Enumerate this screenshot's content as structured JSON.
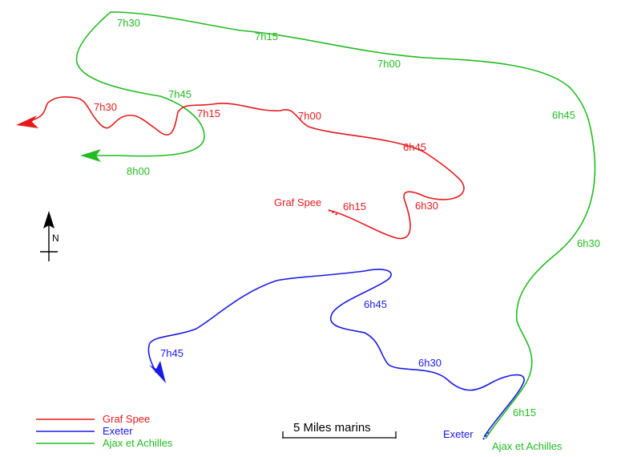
{
  "colors": {
    "graf_spee": "#e41a1c",
    "exeter": "#1a1ae6",
    "ajax": "#22bb22",
    "ink": "#000000"
  },
  "ships": {
    "graf_spee": {
      "name": "Graf Spee",
      "times": [
        "6h15",
        "6h30",
        "6h45",
        "7h00",
        "7h15",
        "7h30"
      ]
    },
    "exeter": {
      "name": "Exeter",
      "times": [
        "6h30",
        "6h45",
        "7h45"
      ]
    },
    "ajax": {
      "name": "Ajax et Achilles",
      "times": [
        "6h15",
        "6h30",
        "6h45",
        "7h00",
        "7h15",
        "7h30",
        "7h45",
        "8h00"
      ]
    }
  },
  "legend": {
    "graf_spee": "Graf Spee",
    "exeter": "Exeter",
    "ajax": "Ajax et Achilles"
  },
  "scale": {
    "label": "5 Miles marins"
  },
  "compass": {
    "label": "N",
    "icon": "north-arrow-icon"
  }
}
